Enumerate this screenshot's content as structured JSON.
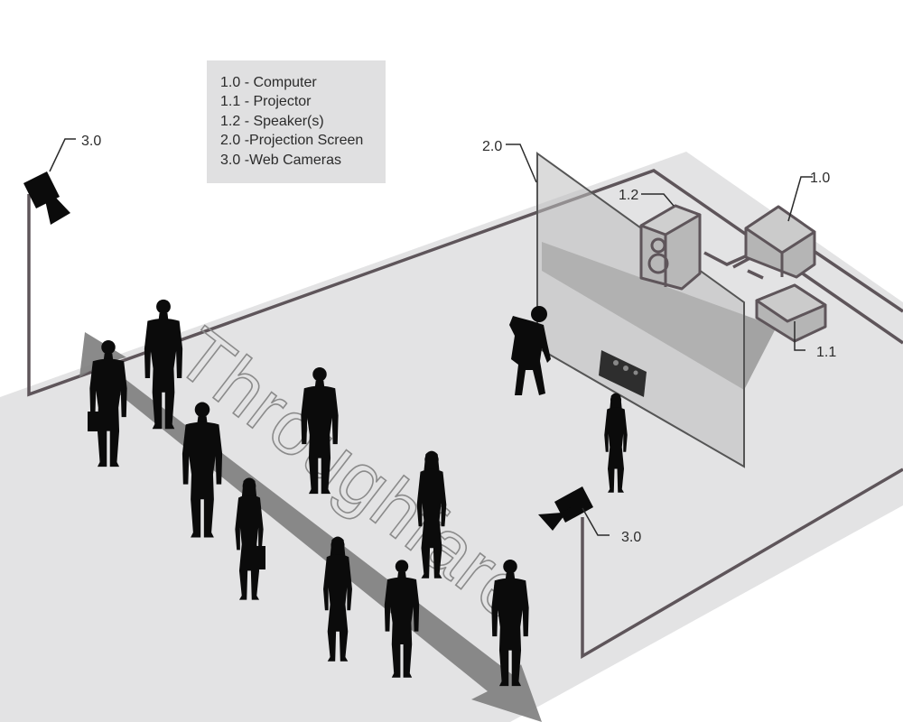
{
  "legend": {
    "items": [
      "1.0 - Computer",
      "1.1 -  Projector",
      "1.2 -  Speaker(s)",
      "2.0 -Projection Screen",
      "3.0 -Web Cameras"
    ]
  },
  "callouts": {
    "camera_left": "3.0",
    "camera_right": "3.0",
    "screen": "2.0",
    "speaker": "1.2",
    "computer": "1.0",
    "projector": "1.1"
  },
  "watermark": "Throughfare",
  "colors": {
    "floor": "#e3e3e4",
    "cable": "#5e555a",
    "silhouette": "#0b0b0b",
    "screen": "#c9c9c9",
    "arrow": "#7d7d7d"
  }
}
